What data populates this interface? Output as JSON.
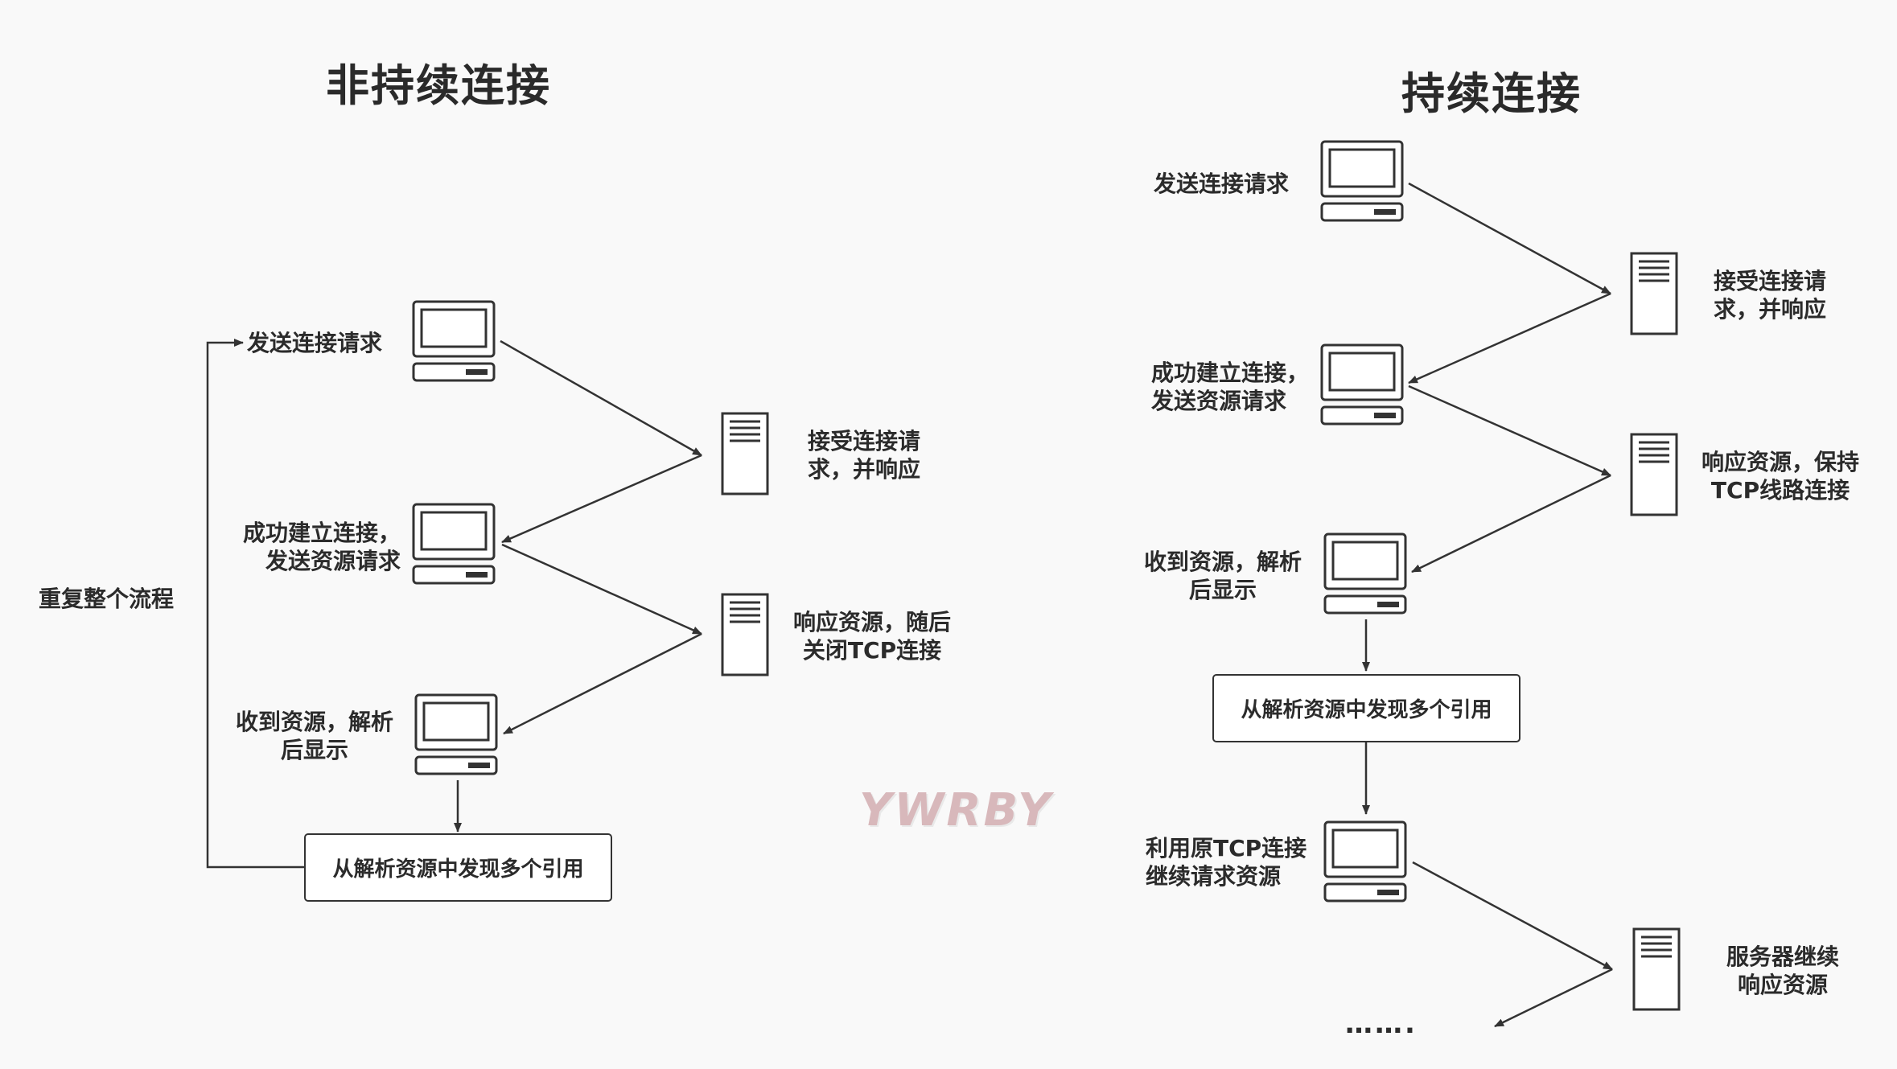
{
  "left_panel": {
    "title": "非持续连接",
    "labels": {
      "send_request": "发送连接请求",
      "accept": "接受连接请\n求，并响应",
      "established": "成功建立连接，\n发送资源请求",
      "respond_close": "响应资源，随后\n关闭TCP连接",
      "receive": "收到资源，解析\n后显示",
      "repeat": "重复整个流程"
    },
    "box_text": "从解析资源中发现多个引用"
  },
  "right_panel": {
    "title": "持续连接",
    "labels": {
      "send_request": "发送连接请求",
      "accept": "接受连接请\n求，并响应",
      "established": "成功建立连接，\n发送资源请求",
      "respond_keep": "响应资源，保持\nTCP线路连接",
      "receive": "收到资源，解析\n后显示",
      "reuse": "利用原TCP连接\n继续请求资源",
      "server_continue": "服务器继续\n响应资源",
      "ellipsis": "……."
    },
    "box_text": "从解析资源中发现多个引用"
  },
  "watermark": "YWRBY",
  "colors": {
    "background": "#f9f9f9",
    "line": "#333333",
    "text": "#2b2b2b",
    "watermark": "#d8b8bb"
  },
  "icons": {
    "client": "desktop-computer-icon",
    "server": "server-tower-icon"
  }
}
